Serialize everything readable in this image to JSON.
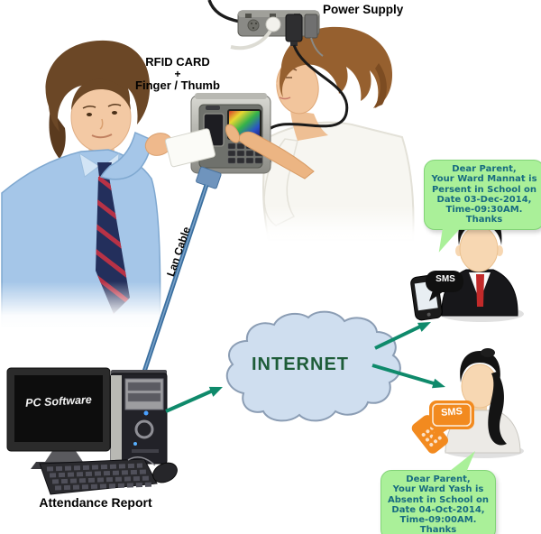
{
  "labels": {
    "power_supply": "Power Supply",
    "rfid_card": "RFID CARD",
    "plus": "+",
    "finger_thumb": "Finger / Thumb",
    "lan_cable": "Lan Cable",
    "pc_software": "PC Software",
    "attendance_report": "Attendance Report",
    "internet": "INTERNET",
    "sms": "SMS"
  },
  "messages": {
    "present": {
      "lines": [
        "Dear Parent,",
        "Your Ward Mannat is",
        "Persent in School on",
        "Date 03-Dec-2014,",
        "Time-09:30AM.",
        "Thanks"
      ]
    },
    "absent": {
      "lines": [
        "Dear Parent,",
        "Your Ward Yash is",
        "Absent in School on",
        "Date 04-Oct-2014,",
        "Time-09:00AM.",
        "Thanks"
      ]
    }
  },
  "icons": {
    "man_sms_phone": "dark smartphone with SMS speech bubble",
    "woman_sms_phone": "orange phone with SMS speech bubble",
    "internet_cloud": "cloud shape"
  },
  "colors": {
    "arrow": "#0f8a6b",
    "cloud_fill": "#cfdeef",
    "cloud_stroke": "#8b9db4",
    "internet_text": "#1d5c38",
    "bubble_fill": "#aaf099",
    "bubble_stroke": "#82d377",
    "bubble_text": "#176b80",
    "lan_cable": "#3a6f9f",
    "sms_orange": "#f28a1f",
    "label_text": "#000000"
  }
}
